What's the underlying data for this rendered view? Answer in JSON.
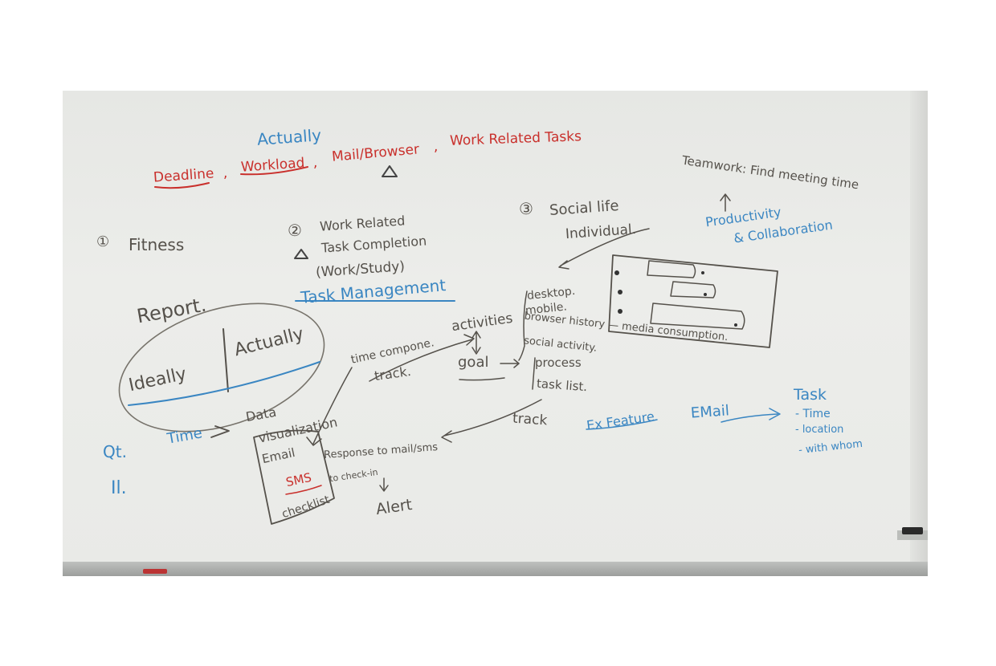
{
  "top": {
    "actually": "Actually",
    "deadline": "Deadline",
    "workload": "Workload",
    "mail_browser": "Mail/Browser",
    "work_related_tasks": "Work Related Tasks",
    "sep1": ",",
    "sep2": ",",
    "sep3": ","
  },
  "fitness": {
    "num": "①",
    "label": "Fitness"
  },
  "work": {
    "num": "②",
    "line1": "Work Related",
    "line2": "Task Completion",
    "line3": "(Work/Study)",
    "task_mgmt": "Task Management"
  },
  "report": {
    "title": "Report.",
    "actually": "Actually",
    "ideally": "Ideally",
    "time": "Time",
    "data_viz_1": "Data",
    "data_viz_2": "visualization",
    "q_t": "Qt.",
    "q_il": "Il."
  },
  "center": {
    "time_compone": "time compone.",
    "track1": "track.",
    "activities": "activities",
    "goal": "goal",
    "process": "process",
    "task_list": "task list.",
    "track2": "track",
    "desktop": "desktop.",
    "mobile": "mobile.",
    "browser_history": "browser history — media consumption.",
    "social_activity": "social activity."
  },
  "email_box": {
    "email": "Email",
    "sms": "SMS",
    "checklist": "checklist",
    "response": "Response to mail/sms",
    "to_checkin": "to check-in",
    "alert": "Alert"
  },
  "social": {
    "num": "③",
    "label": "Social life",
    "individual": "Individual.",
    "productivity": "Productivity",
    "collab": "& Collaboration",
    "teamwork": "Teamwork: Find meeting time"
  },
  "feature": {
    "ex_feature": "Ex Feature",
    "email": "EMail",
    "task": "Task",
    "time": "- Time",
    "location": "- location",
    "with_whom": "- with whom"
  }
}
